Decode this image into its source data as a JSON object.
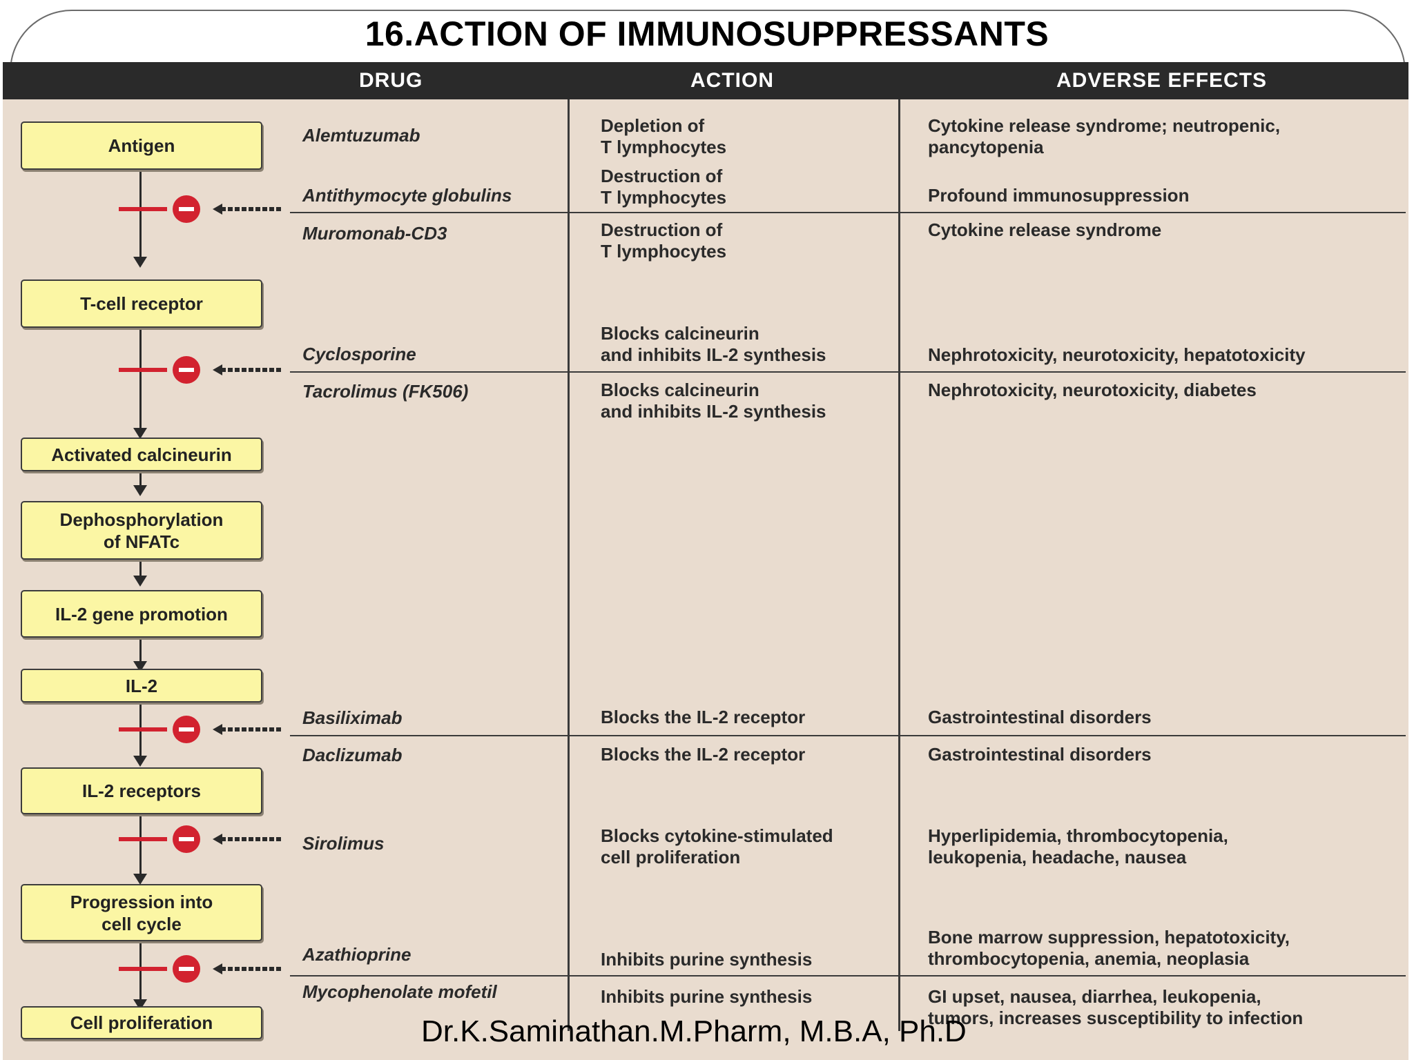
{
  "title": "16.ACTION OF IMMUNOSUPPRESSANTS",
  "headers": {
    "drug": "DRUG",
    "action": "ACTION",
    "adverse": "ADVERSE EFFECTS"
  },
  "pathway": [
    "Antigen",
    "T-cell receptor",
    "Activated calcineurin",
    "Dephosphorylation\nof NFATc",
    "IL-2 gene promotion",
    "IL-2",
    "IL-2 receptors",
    "Progression into\ncell cycle",
    "Cell proliferation"
  ],
  "rows": [
    {
      "drug": "Alemtuzumab",
      "action": "Depletion of\nT lymphocytes",
      "adverse": "Cytokine release syndrome; neutropenic,\npancytopenia"
    },
    {
      "drug": "Antithymocyte globulins",
      "action": "Destruction of\nT lymphocytes",
      "adverse": "Profound immunosuppression"
    },
    {
      "drug": "Muromonab-CD3",
      "action": "Destruction of\nT lymphocytes",
      "adverse": "Cytokine release syndrome"
    },
    {
      "drug": "Cyclosporine",
      "action": "Blocks calcineurin\nand inhibits IL-2 synthesis",
      "adverse": "Nephrotoxicity, neurotoxicity, hepatotoxicity"
    },
    {
      "drug": "Tacrolimus (FK506)",
      "action": "Blocks calcineurin\nand inhibits IL-2 synthesis",
      "adverse": "Nephrotoxicity, neurotoxicity, diabetes"
    },
    {
      "drug": "Basiliximab",
      "action": "Blocks the IL-2 receptor",
      "adverse": "Gastrointestinal disorders"
    },
    {
      "drug": "Daclizumab",
      "action": "Blocks the IL-2 receptor",
      "adverse": "Gastrointestinal disorders"
    },
    {
      "drug": "Sirolimus",
      "action": "Blocks cytokine-stimulated\ncell proliferation",
      "adverse": "Hyperlipidemia, thrombocytopenia,\nleukopenia, headache, nausea"
    },
    {
      "drug": "Azathioprine",
      "action": "Inhibits purine synthesis",
      "adverse": "Bone marrow suppression, hepatotoxicity,\nthrombocytopenia, anemia, neoplasia"
    },
    {
      "drug": "Mycophenolate mofetil",
      "action": "Inhibits purine synthesis",
      "adverse": "GI upset, nausea, diarrhea,  leukopenia,\ntumors, increases susceptibility to infection"
    }
  ],
  "footer": "Dr.K.Saminathan.M.Pharm, M.B.A, Ph.D",
  "colors": {
    "box_fill": "#fbf6a4",
    "panel_bg": "#e9dccf",
    "header_bg": "#2a2a2a",
    "inhibitor_red": "#d2222f"
  }
}
